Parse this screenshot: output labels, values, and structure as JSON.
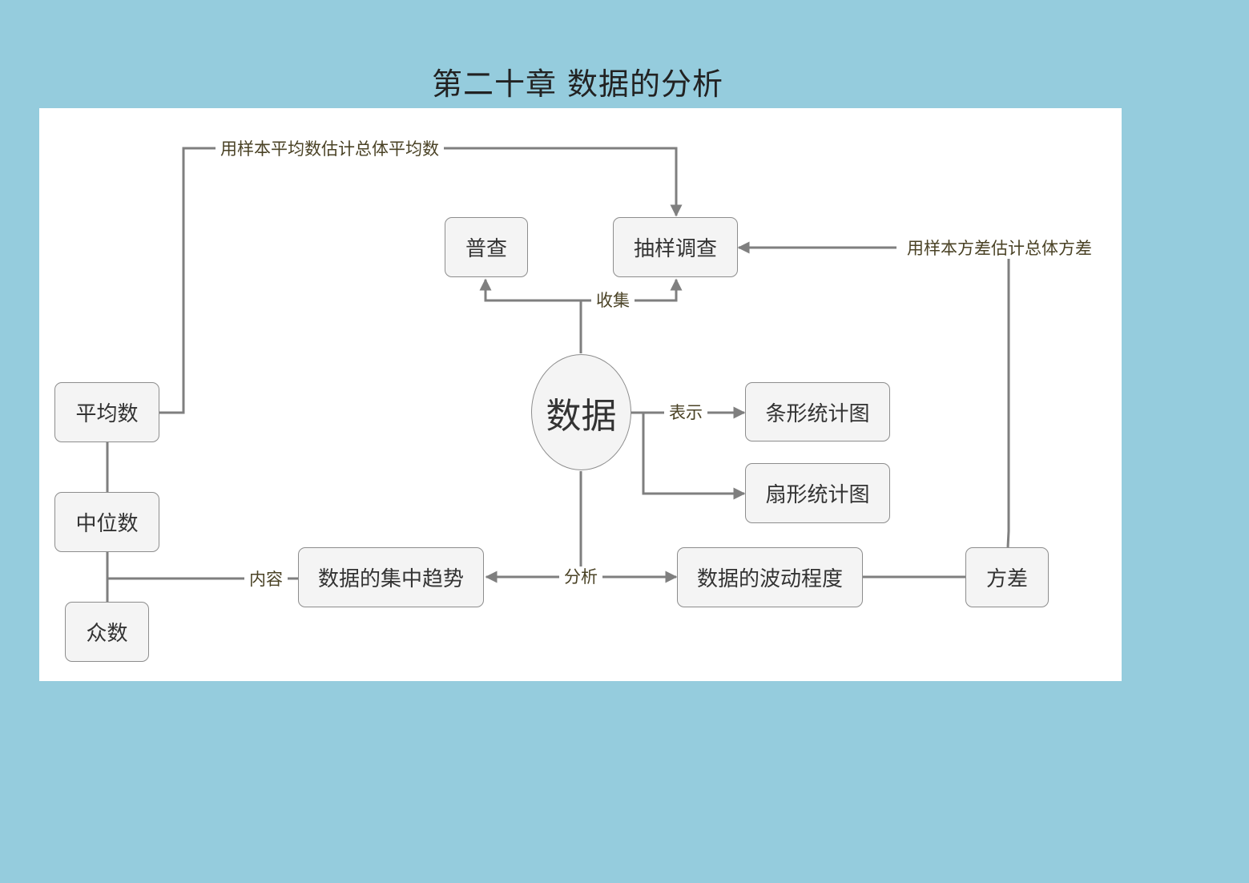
{
  "title": "第二十章  数据的分析",
  "nodes": {
    "center": "数据",
    "census": "普查",
    "sampling": "抽样调查",
    "bar_chart": "条形统计图",
    "pie_chart": "扇形统计图",
    "central_tendency": "数据的集中趋势",
    "dispersion": "数据的波动程度",
    "variance": "方差",
    "mean": "平均数",
    "median": "中位数",
    "mode": "众数"
  },
  "labels": {
    "collect": "收集",
    "represent": "表示",
    "analyze": "分析",
    "content": "内容",
    "estimate_mean": "用样本平均数估计总体平均数",
    "estimate_variance": "用样本方差估计总体方差"
  },
  "colors": {
    "background": "#95CCDD",
    "panel": "#FFFFFF",
    "node_fill": "#F4F4F4",
    "line": "#7F7F7F"
  }
}
